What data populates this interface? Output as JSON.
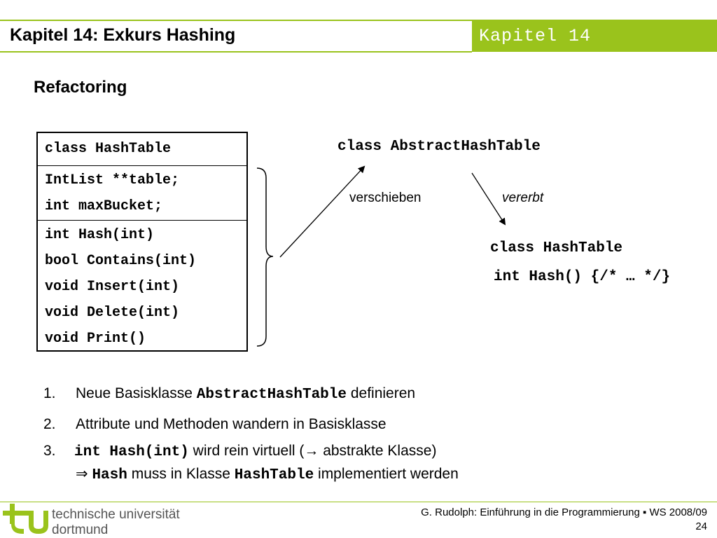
{
  "header": {
    "title": "Kapitel 14: Exkurs Hashing",
    "chapter_badge": "Kapitel 14"
  },
  "subtitle": "Refactoring",
  "uml_class": {
    "name": "class HashTable",
    "attributes": [
      "IntList **table;",
      "int maxBucket;"
    ],
    "methods": [
      "int Hash(int)",
      "bool Contains(int)",
      "void Insert(int)",
      "void Delete(int)",
      "void Print()"
    ]
  },
  "diagram": {
    "abstract_class": "class AbstractHashTable",
    "label_move": "verschieben",
    "label_inherit": "vererbt",
    "derived_class": "class HashTable",
    "derived_method": "int Hash() {/* … */}"
  },
  "list": {
    "item1": {
      "num": "1.",
      "pre": "Neue Basisklasse ",
      "code": "AbstractHashTable",
      "post": " definieren"
    },
    "item2": {
      "num": "2.",
      "text": "Attribute und Methoden wandern in Basisklasse"
    },
    "item3": {
      "num": "3.",
      "code": "int Hash(int)",
      "post": " wird rein virtuell (→ abstrakte Klasse)"
    },
    "item3b": {
      "symbol": "⇒",
      "code1": "Hash",
      "mid": " muss in Klasse ",
      "code2": "HashTable",
      "post": " implementiert werden"
    }
  },
  "footer": {
    "university_line1": "technische universität",
    "university_line2": "dortmund",
    "course": "G. Rudolph: Einführung in die Programmierung ▪ WS 2008/09",
    "page": "24"
  },
  "colors": {
    "accent": "#9ac31c"
  }
}
